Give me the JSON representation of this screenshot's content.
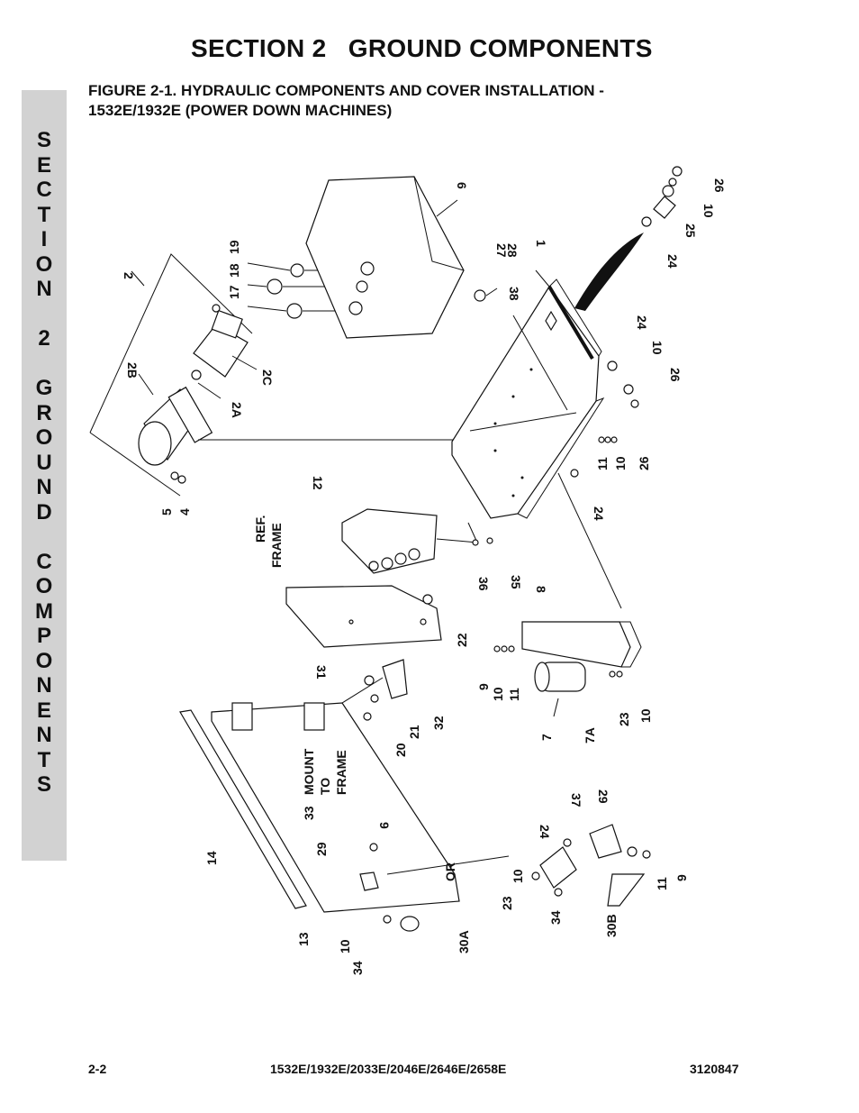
{
  "header": {
    "section_title": "SECTION 2   GROUND COMPONENTS",
    "figure_title_line1": "FIGURE 2-1.   HYDRAULIC COMPONENTS AND COVER INSTALLATION -",
    "figure_title_line2": "1532E/1932E (POWER DOWN MACHINES)"
  },
  "side_tab": {
    "letters": [
      "S",
      "E",
      "C",
      "T",
      "I",
      "O",
      "N",
      " ",
      "2",
      " ",
      "G",
      "R",
      "O",
      "U",
      "N",
      "D",
      " ",
      "C",
      "O",
      "M",
      "P",
      "O",
      "N",
      "E",
      "N",
      "T",
      "S"
    ]
  },
  "diagram": {
    "callouts": {
      "c2": "2",
      "c2B": "2B",
      "c2A": "2A",
      "c2C": "2C",
      "c17": "17",
      "c18": "18",
      "c19": "19",
      "c5": "5",
      "c4": "4",
      "c6": "6",
      "c27": "27",
      "c28": "28",
      "c38": "38",
      "c1": "1",
      "c26a": "26",
      "c10a": "10",
      "c25": "25",
      "c24a": "24",
      "c24b": "24",
      "c10b": "10",
      "c26b": "26",
      "c11a": "11",
      "c10c": "10",
      "c26c": "26",
      "c24c": "24",
      "c12": "12",
      "c36": "36",
      "c35": "35",
      "ref_frame_1": "REF.",
      "ref_frame_2": "FRAME",
      "c22": "22",
      "c8": "8",
      "c31": "31",
      "c32": "32",
      "c21": "21",
      "c20": "20",
      "c9a": "9",
      "c10d": "10",
      "c11b": "11",
      "c7": "7",
      "c7A": "7A",
      "c23a": "23",
      "c10e": "10",
      "mount_1": "MOUNT",
      "mount_2": "TO",
      "mount_3": "FRAME",
      "c33": "33",
      "c9b": "9",
      "c29a": "29",
      "c14": "14",
      "c13": "13",
      "c10f": "10",
      "c34a": "34",
      "c30A": "30A",
      "or": "OR",
      "c37": "37",
      "c29b": "29",
      "c24d": "24",
      "c10g": "10",
      "c23b": "23",
      "c34b": "34",
      "c30B": "30B",
      "c11c": "11",
      "c9c": "9"
    }
  },
  "footer": {
    "page": "2-2",
    "models": "1532E/1932E/2033E/2046E/2646E/2658E",
    "doc_number": "3120847"
  }
}
